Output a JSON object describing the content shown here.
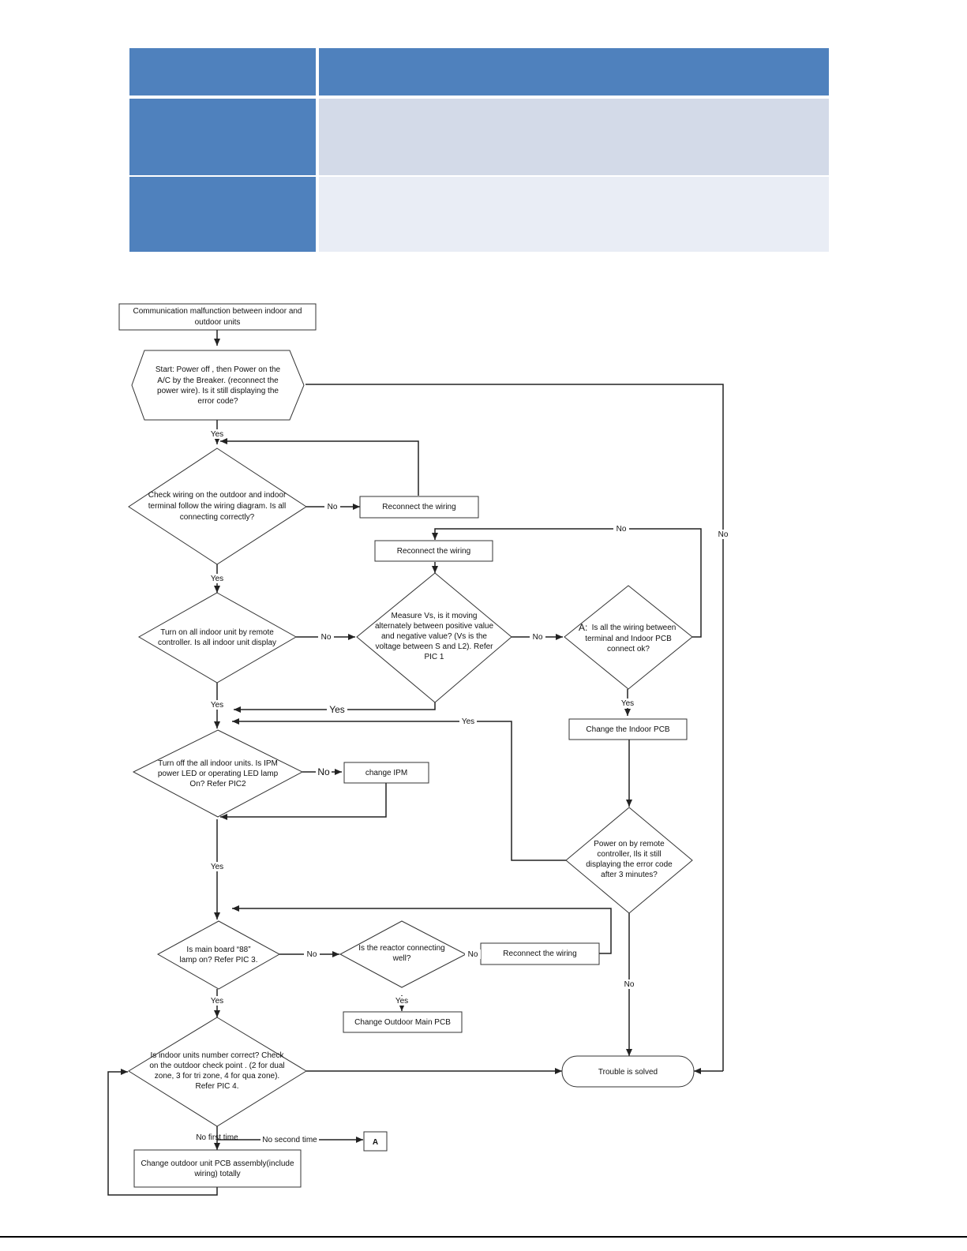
{
  "colors": {
    "header_blue": "#4F81BD",
    "row1_fill": "#D3DAE8",
    "row2_fill": "#E9EDF5"
  },
  "flowchart": {
    "title_box": [
      "Communication malfunction between indoor and",
      "outdoor units"
    ],
    "start": [
      "Start: Power off , then Power on the",
      "A/C by the Breaker. (reconnect the",
      "power wire). Is it still displaying the",
      "error code?"
    ],
    "check_wiring": [
      "Check wiring on the outdoor and indoor",
      "terminal follow the wiring diagram. Is all",
      "connecting correctly?"
    ],
    "reconnect_1": "Reconnect the wiring",
    "reconnect_2": "Reconnect the wiring",
    "reconnect_3": "Reconnect the wiring",
    "turn_on_indoor": [
      "Turn on all indoor unit by remote",
      "controller. Is all indoor unit display"
    ],
    "measure_vs": [
      "Measure Vs, is it moving",
      "alternately between positive value",
      "and negative value? (Vs is the",
      "voltage between S and L2). Refer",
      "PIC 1"
    ],
    "a_marker": "A:",
    "wiring_terminal": [
      "Is all the wiring between",
      "terminal and Indoor PCB",
      "connect ok?"
    ],
    "change_indoor_pcb": "Change the Indoor PCB",
    "turn_off_indoor": [
      "Turn off the all indoor units. Is IPM",
      "power LED or operating LED lamp",
      "On? Refer PIC2"
    ],
    "change_ipm": "change IPM",
    "power_on_remote": [
      "Power on by remote",
      "controller, Ils it still",
      "displaying the error code",
      "after 3 minutes?"
    ],
    "main_board": [
      "Is main board “88”",
      "lamp on? Refer PIC 3."
    ],
    "reactor": [
      "Is the reactor connecting",
      "well?"
    ],
    "change_outdoor_main_pcb": "Change Outdoor Main PCB",
    "indoor_units_number": [
      "Is indoor units number correct? Check",
      "on the outdoor check point . (2 for dual",
      "zone, 3 for tri zone, 4 for qua zone).",
      "Refer PIC 4."
    ],
    "trouble_solved": "Trouble is solved",
    "change_outdoor_pcb_assembly": [
      "Change outdoor unit PCB assembly(include",
      "wiring) totally"
    ],
    "connector_a": "A",
    "labels": {
      "yes": "Yes",
      "no": "No",
      "no_first_time": "No first time",
      "no_second_time": "No second time"
    }
  }
}
